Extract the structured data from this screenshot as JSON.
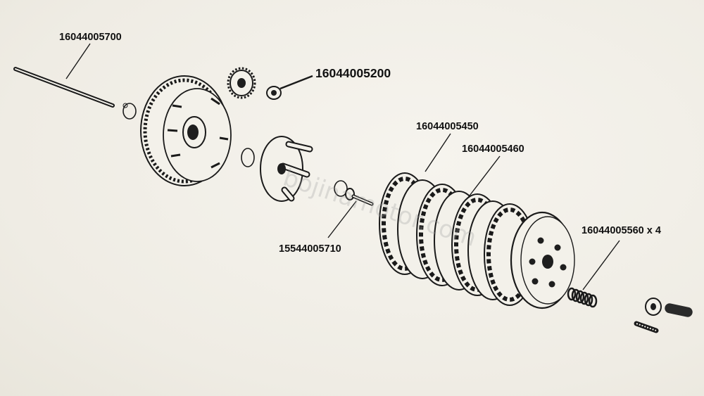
{
  "labels": {
    "pushrod": "16044005700",
    "nut": "16044005200",
    "friction_plate": "16044005450",
    "steel_plate": "16044005460",
    "washer": "15544005710",
    "spring": "16044005560 x 4"
  },
  "watermark": "bojinamotor.com",
  "colors": {
    "ink": "#1a1a1a",
    "paper": "#f3f1ea"
  }
}
